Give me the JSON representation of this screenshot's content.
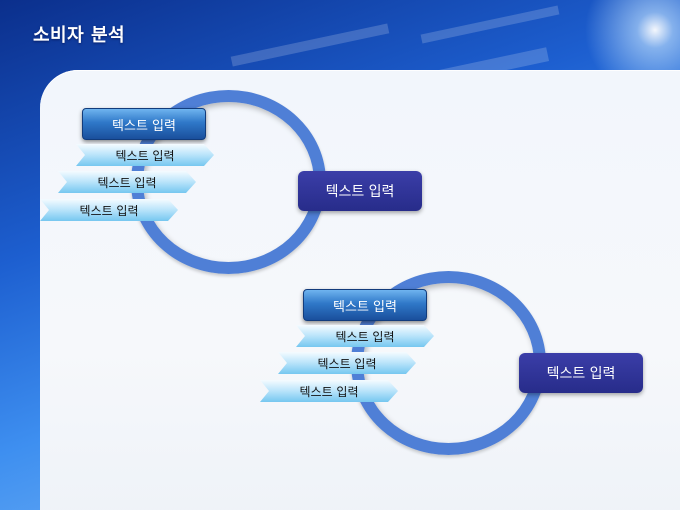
{
  "slide": {
    "title": "소비자 분석",
    "colors": {
      "ring": "#4f7fd6",
      "callout": "#2b2f91",
      "header": "#2f78c8",
      "arrow": "#8fd0f3"
    }
  },
  "groups": [
    {
      "header": "텍스트 입력",
      "items": [
        "텍스트 입력",
        "텍스트 입력",
        "텍스트 입력"
      ],
      "callout": "텍스트 입력"
    },
    {
      "header": "텍스트 입력",
      "items": [
        "텍스트 입력",
        "텍스트 입력",
        "텍스트 입력"
      ],
      "callout": "텍스트 입력"
    }
  ]
}
